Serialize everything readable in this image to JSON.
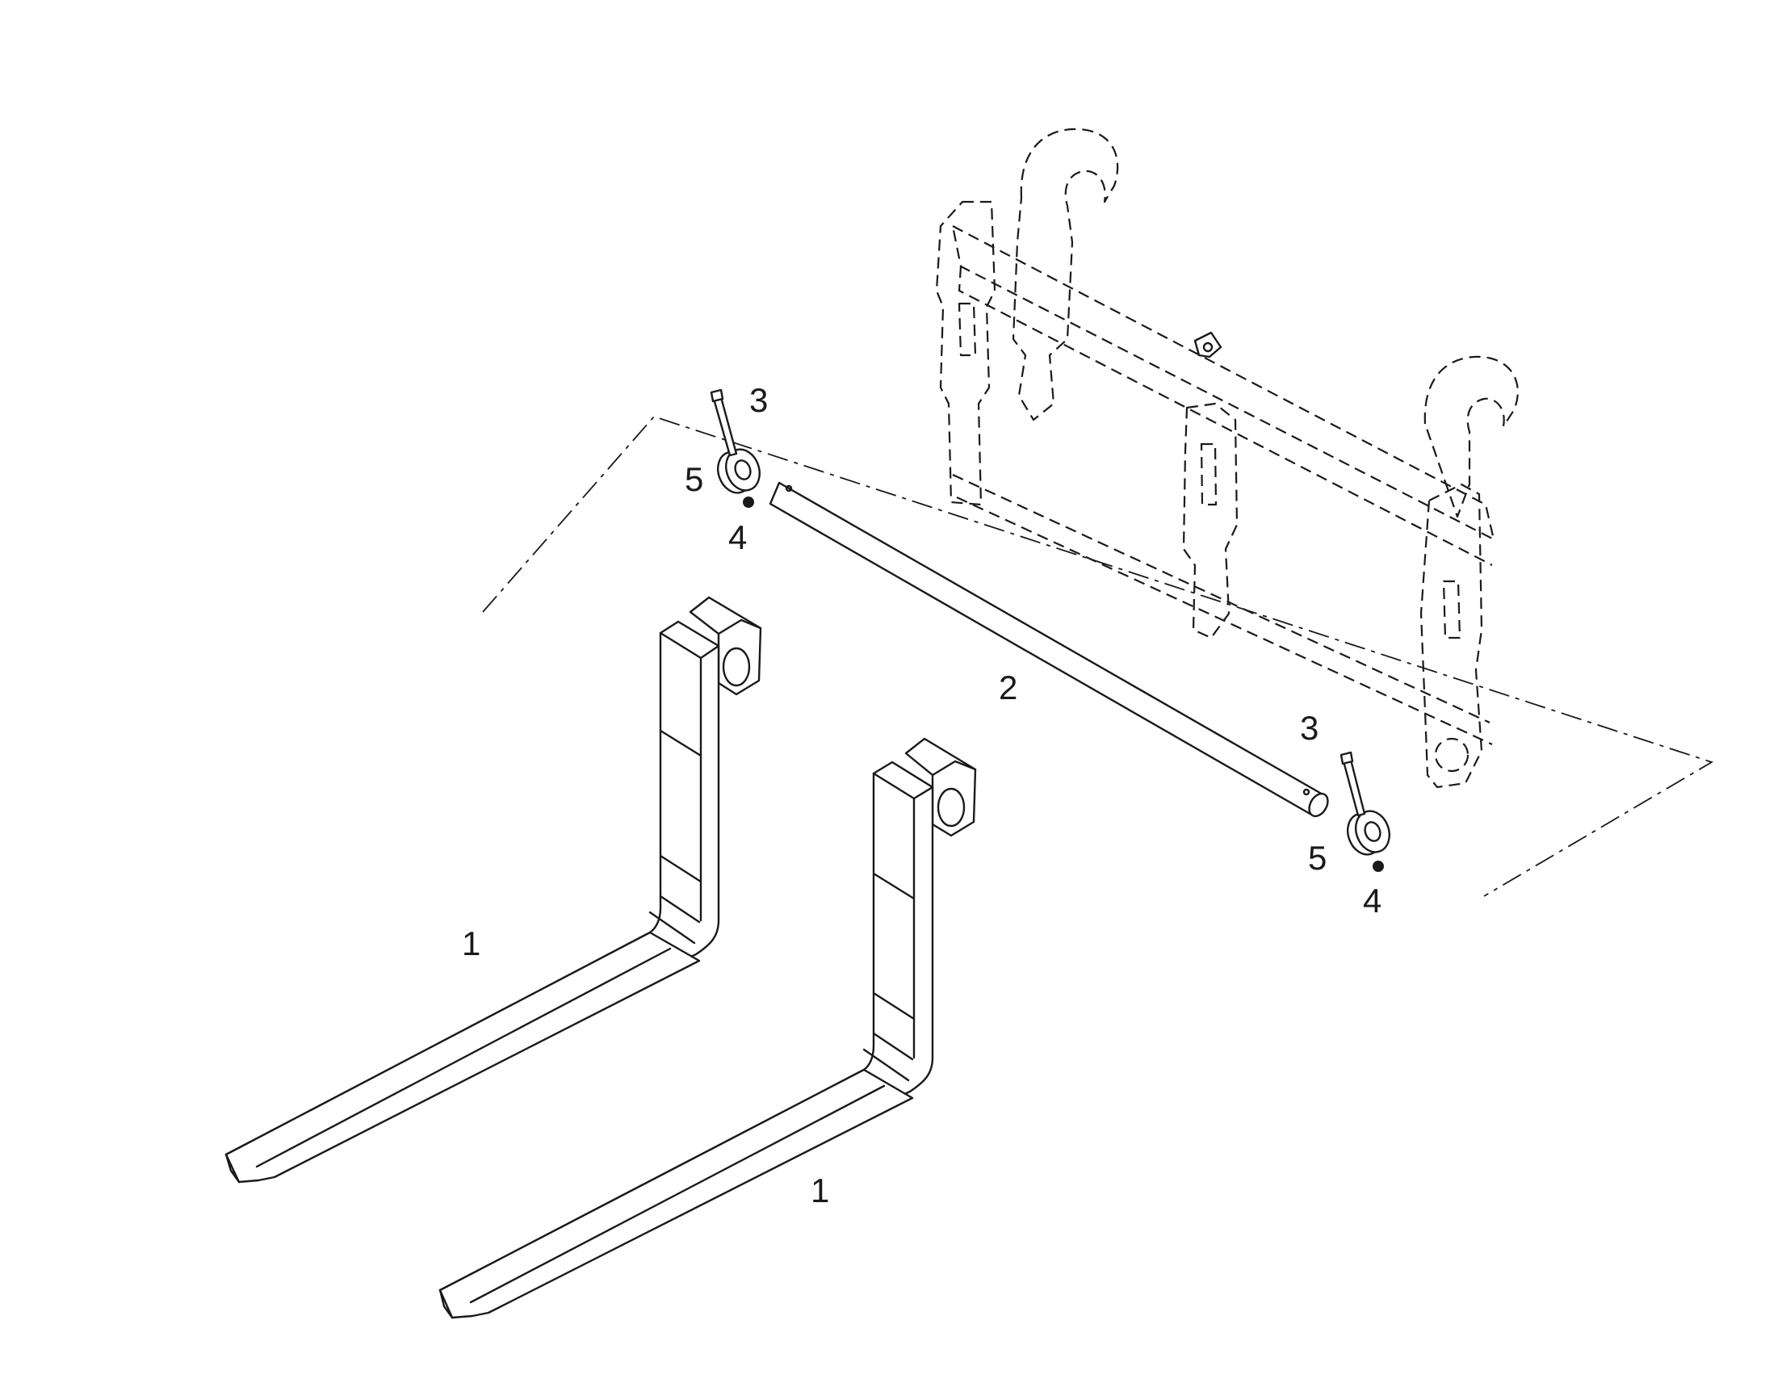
{
  "callouts": {
    "fork_left": "1",
    "fork_right": "1",
    "shaft": "2",
    "bolt_left": "3",
    "bolt_right": "3",
    "nut_left": "4",
    "nut_right": "4",
    "collar_left": "5",
    "collar_right": "5"
  }
}
